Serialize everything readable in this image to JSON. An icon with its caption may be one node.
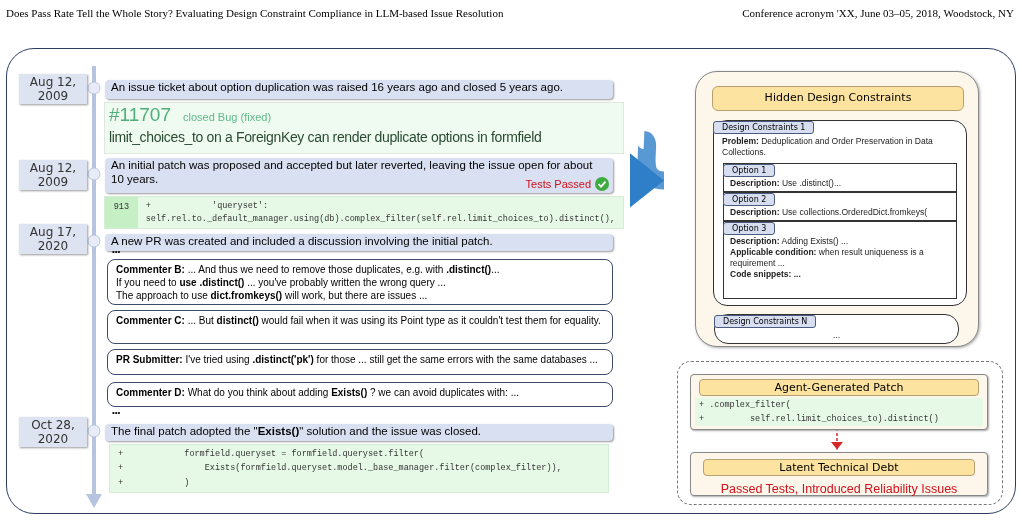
{
  "diagram": {
    "nodes": [
      {
        "text": [],
        "shape": "box"
      },
      {
        "text": [
          "Aug 12, 2009"
        ],
        "in": 0
      },
      {
        "text": [
          "An issue ticket about option duplication was raised 16 years ago and closed 5 years ago."
        ],
        "in": 0
      },
      {
        "text": [
          "#11707",
          "closed Bug (fixed)",
          "limit_choices_to on a ForeignKey can render duplicate options in formfield"
        ],
        "in": 0
      },
      {
        "text": [
          "Aug 12, 2009"
        ],
        "in": 0
      },
      {
        "text": [
          "An initial patch was proposed and accepted but later reverted, leaving the issue open for about 10 years.",
          "Tests Passed"
        ],
        "in": 0
      },
      {
        "text": [
          "913",
          "+            'queryset':",
          "self.rel.to._default_manager.using(db).complex_filter(self.rel.limit_choices_to).distinct(),"
        ],
        "in": 0
      },
      {
        "text": [
          "Aug 17, 2020"
        ],
        "in": 0
      },
      {
        "text": [
          "A new PR was created and included a discussion involving the initial patch."
        ],
        "in": 0
      },
      {
        "text": [
          "**Commenter B:** ... And thus we need to remove those duplicates, e.g. with **.distinct()**...",
          "If you need to **use .distinct()** ... you've probably written the wrong query ...",
          "The approach to use **dict.fromkeys()** will work, but there are issues ..."
        ],
        "in": 0
      },
      {
        "text": [
          "**Commenter C:** ... But **distinct()** would fail when it was using its Point type as it couldn't test them for equality."
        ],
        "in": 0
      },
      {
        "text": [
          "**PR Submitter:** I've tried using **.distinct('pk')** for those ... still get the same errors with the same databases ..."
        ],
        "in": 0
      },
      {
        "text": [
          "**Commenter D:** What do you think about adding **Exists()** ? we can avoid duplicates with: ..."
        ],
        "in": 0
      },
      {
        "text": [
          "Oct 28, 2020"
        ],
        "in": 0
      },
      {
        "text": [
          "The final patch adopted the \"**Exists()**\" solution and the issue was closed."
        ],
        "in": 0
      },
      {
        "text": [
          "+            formfield.queryset = formfield.queryset.filter(",
          "+                Exists(formfield.queryset.model._base_manager.filter(complex_filter)),",
          "+            )"
        ],
        "in": 0
      },
      {
        "text": [],
        "shape": "box",
        "in": 0
      },
      {
        "text": [
          "Hidden Design Constraints"
        ],
        "in": 16
      },
      {
        "text": [
          "Design Constraints 1",
          "**Problem:** Deduplication and Order Preservation in Data Collections."
        ],
        "in": 16
      },
      {
        "text": [
          "Option 1",
          "**Description:** Use .distinct()..."
        ],
        "in": 18
      },
      {
        "text": [
          "Option 2",
          "**Description:**  Use collections.OrderedDict.fromkeys("
        ],
        "in": 18
      },
      {
        "text": [
          "Option 3",
          "**Description:** Adding Exists() ...",
          "**Applicable condition:** when result uniqueness is a requirement ...",
          "**Code snippets: ...**"
        ],
        "in": 18
      },
      {
        "text": [
          "Design Constraints N",
          "..."
        ],
        "in": 16
      },
      {
        "text": [],
        "shape": "box",
        "in": 0
      },
      {
        "text": [
          "Agent-Generated Patch",
          "+ .complex_filter(",
          "+         self.rel.limit_choices_to).distinct()"
        ],
        "in": 23
      },
      {
        "text": [
          "Latent Technical Debt",
          "Passed Tests, Introduced Reliability Issues"
        ],
        "in": 23
      }
    ],
    "edges": [
      {
        "from": null,
        "to": 16,
        "arrow": "to",
        "style": "thick",
        "color": "#2f7fc8"
      },
      {
        "from": 24,
        "to": 25,
        "arrow": "to",
        "style": "dashed",
        "color": "#d62728"
      }
    ],
    "labels": [
      "Does Pass Rate Tell the Whole Story? Evaluating Design Constraint Compliance in LLM-based Issue Resolution",
      "Conference acronym 'XX, June 03–05, 2018, Woodstock, NY",
      "•••",
      "•••"
    ]
  }
}
